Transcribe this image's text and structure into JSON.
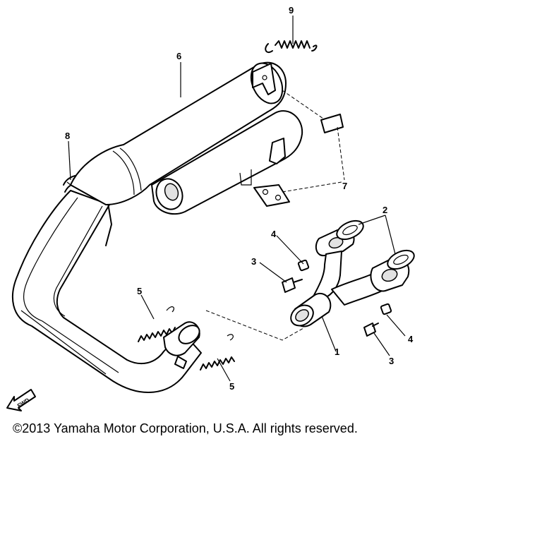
{
  "callouts": {
    "c1": "1",
    "c2": "2",
    "c3a": "3",
    "c3b": "3",
    "c4a": "4",
    "c4b": "4",
    "c5a": "5",
    "c5b": "5",
    "c6": "6",
    "c7": "7",
    "c8": "8",
    "c9": "9"
  },
  "fwd_label": "FWD",
  "copyright": "©2013 Yamaha Motor Corporation, U.S.A. All rights reserved."
}
